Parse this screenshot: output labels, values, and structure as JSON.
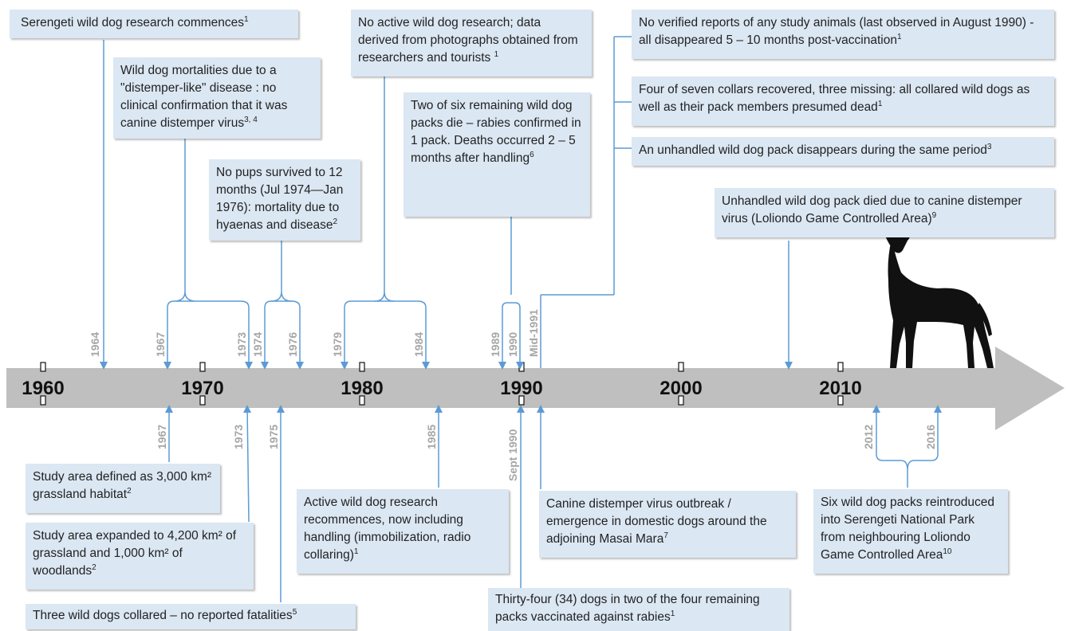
{
  "colors": {
    "axis": "#bfbfbf",
    "connector": "#5b9bd5",
    "box_fill": "#dbe7f3",
    "year_text": "#a6a6a6",
    "decade_text": "#111111",
    "dog": "#111111"
  },
  "axis": {
    "decades": [
      "1960",
      "1970",
      "1980",
      "1990",
      "2000",
      "2010"
    ]
  },
  "events_above": [
    {
      "id": "e1964",
      "year_label": "1964",
      "text": "Serengeti wild dog research commences",
      "sup": "1"
    },
    {
      "id": "e1967_1973",
      "year_labels": [
        "1967",
        "1973"
      ],
      "text": "Wild dog mortalities due to a \"distemper-like\" disease : no clinical confirmation that it was canine distemper virus",
      "sup": "3, 4"
    },
    {
      "id": "e1974_1976",
      "year_labels": [
        "1974",
        "1976"
      ],
      "text": "No pups survived to 12 months (Jul 1974—Jan 1976): mortality due to hyaenas and disease",
      "sup": "2"
    },
    {
      "id": "e1979_1984",
      "year_labels": [
        "1979",
        "1984"
      ],
      "text": "No active wild dog research; data derived from photographs obtained from researchers and tourists ",
      "sup": "1"
    },
    {
      "id": "e1989_1990",
      "year_labels": [
        "1989",
        "1990"
      ],
      "text": "Two of six remaining wild dog packs die – rabies confirmed in 1 pack. Deaths occurred 2 – 5 months after handling",
      "sup": "6"
    },
    {
      "id": "e1991a",
      "year_label": "Mid-1991",
      "text": "No verified reports of any study animals (last observed in August 1990) - all disappeared 5 – 10 months post-vaccination",
      "sup": "1"
    },
    {
      "id": "e1991b",
      "text": "Four of seven collars recovered, three missing: all collared wild dogs as well as their pack members presumed dead",
      "sup": "1"
    },
    {
      "id": "e1991c",
      "text": "An unhandled wild dog pack disappears during the same period",
      "sup": "3"
    },
    {
      "id": "e2007",
      "text": "Unhandled wild dog pack died due to canine distemper virus (Loliondo Game Controlled Area)",
      "sup": "9"
    }
  ],
  "events_below": [
    {
      "id": "b1967",
      "year_label": "1967",
      "text": "Study area defined as 3,000 km² grassland habitat",
      "sup": "2"
    },
    {
      "id": "b1973",
      "year_label": "1973",
      "text": "Study area expanded to 4,200 km² of grassland and 1,000 km² of woodlands",
      "sup": "2"
    },
    {
      "id": "b1975",
      "year_label": "1975",
      "text": "Three wild dogs collared – no reported fatalities",
      "sup": "5"
    },
    {
      "id": "b1985",
      "year_label": "1985",
      "text": "Active wild dog research recommences, now including handling (immobilization, radio collaring)",
      "sup": "1"
    },
    {
      "id": "b1990sept",
      "year_label": "Sept 1990",
      "text": "Thirty-four (34) dogs in two of the four remaining packs vaccinated against rabies",
      "sup": "1"
    },
    {
      "id": "b1991",
      "text": "Canine distemper virus outbreak / emergence in domestic dogs around the adjoining Masai Mara",
      "sup": "7"
    },
    {
      "id": "b2012_2016",
      "year_labels": [
        "2012",
        "2016"
      ],
      "text": "Six wild dog packs reintroduced into Serengeti National Park from neighbouring Loliondo Game Controlled Area",
      "sup": "10"
    }
  ],
  "figures": {
    "dog_silhouette": "african-wild-dog-silhouette"
  }
}
